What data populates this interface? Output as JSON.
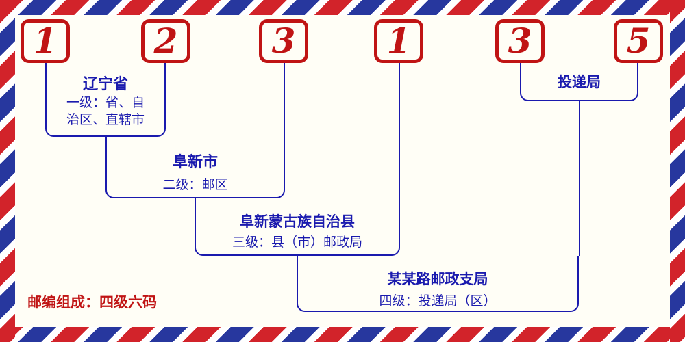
{
  "postal_code": {
    "digits": [
      "1",
      "2",
      "3",
      "1",
      "3",
      "5"
    ]
  },
  "annotations": {
    "level1": {
      "name": "辽宁省",
      "desc_line1": "一级：省、自",
      "desc_line2": "治区、直辖市"
    },
    "level2": {
      "name": "阜新市",
      "desc": "二级：邮区"
    },
    "level3": {
      "name": "阜新蒙古族自治县",
      "desc": "三级：县（市）邮政局"
    },
    "level4": {
      "name": "某某路邮政支局",
      "desc": "四级：投递局（区）"
    },
    "delivery": {
      "name": "投递局"
    }
  },
  "footer": {
    "note": "邮编组成：四级六码"
  },
  "colors": {
    "digit_red": "#c01414",
    "label_blue": "#1a1aae",
    "stripe_red": "#d2232a",
    "stripe_blue": "#27379e"
  }
}
